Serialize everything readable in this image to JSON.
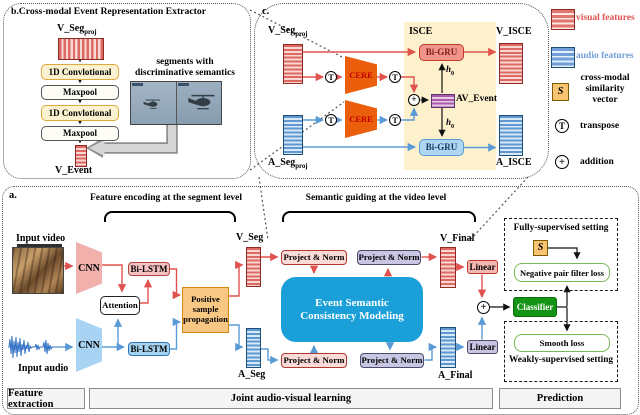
{
  "colors": {
    "visual_red": "#e0524e",
    "audio_blue": "#5b9bd5",
    "cere_orange": "#eb5e0b",
    "isce_bg": "#fdf0cd",
    "escm_blue": "#1b9fd8",
    "classifier_green": "#149414",
    "loss_border_green": "#79b958",
    "similarity_orange": "#f8c471",
    "psp_orange": "#f9c784"
  },
  "panel_b": {
    "title": "b.Cross-modal Event Representation Extractor",
    "input": {
      "base": "V_Seg",
      "sub": "proj"
    },
    "conv_label": "1D Convlotional",
    "maxpool_label": "Maxpool",
    "output_label": "V_Event",
    "caption_line1": "segments with",
    "caption_line2": "discriminative semantics"
  },
  "panel_c": {
    "label": "c.",
    "v_input": {
      "base": "V_Seg",
      "sub": "proj"
    },
    "a_input": {
      "base": "A_Seg",
      "sub": "proj"
    },
    "cere": "CERE",
    "isce_title": "ISCE",
    "bigru": "Bi-GRU",
    "h0": {
      "base": "h",
      "sub": "0"
    },
    "av_event": "AV_Event",
    "v_output": "V_ISCE",
    "a_output": "A_ISCE",
    "transpose_symbol": "T",
    "plus_symbol": "+"
  },
  "legend": {
    "visual": "visual features",
    "audio": "audio features",
    "similarity_symbol": "S",
    "similarity_line1": "cross-modal",
    "similarity_line2": "similarity",
    "similarity_line3": "vector",
    "transpose_symbol": "T",
    "transpose": "transpose",
    "plus_symbol": "+",
    "addition": "addition"
  },
  "panel_a": {
    "label": "a.",
    "header_segment": "Feature encoding at the segment level",
    "header_video": "Semantic guiding at the video level",
    "input_video": "Input video",
    "input_audio": "Input audio",
    "cnn": "CNN",
    "attention": "Attention",
    "bilstm": "Bi-LSTM",
    "psp_line1": "Positive",
    "psp_line2": "sample",
    "psp_line3": "propagation",
    "v_seg": "V_Seg",
    "a_seg": "A_Seg",
    "project_norm": "Project & Norm",
    "escm_line1": "Event Semantic",
    "escm_line2": "Consistency Modeling",
    "v_final": "V_Final",
    "a_final": "A_Final",
    "linear": "Linear",
    "plus_symbol": "+",
    "classifier": "Classifier",
    "fully_title": "Fully-supervised setting",
    "similarity_symbol": "S",
    "npf_loss": "Negative pair filter loss",
    "smooth_loss": "Smooth loss",
    "weakly_title": "Weakly-supervised setting",
    "footer": [
      "Feature extraction",
      "Joint audio-visual learning",
      "Prediction"
    ]
  }
}
